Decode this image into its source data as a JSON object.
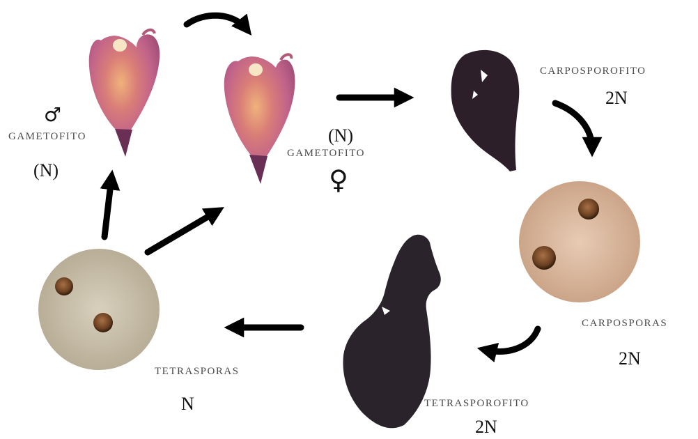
{
  "labels": {
    "gametofito_male": "GAMETOFITO",
    "gametofito_female": "GAMETOFITO",
    "carposporofito": "CARPOSPOROFITO",
    "carposporas": "CARPOSPORAS",
    "tetrasporofito": "TETRASPOROFITO",
    "tetrasporas": "TETRASPORAS"
  },
  "ploidy": {
    "gametofito_male": "(N)",
    "gametofito_female": "(N)",
    "carposporofito": "2N",
    "carposporas": "2N",
    "tetrasporofito": "2N",
    "tetrasporas": "N"
  },
  "symbols": {
    "male": "♂",
    "female": "♀"
  },
  "colors": {
    "gametophyte_pink": "#c86a8a",
    "gametophyte_orange": "#e39a55",
    "sporophyte_dark": "#2c1f2a",
    "carpospore_disc": "#d6b298",
    "tetraspore_disc": "#c8bea9",
    "spore_cell": "#6a4020",
    "arrow": "#000000"
  }
}
